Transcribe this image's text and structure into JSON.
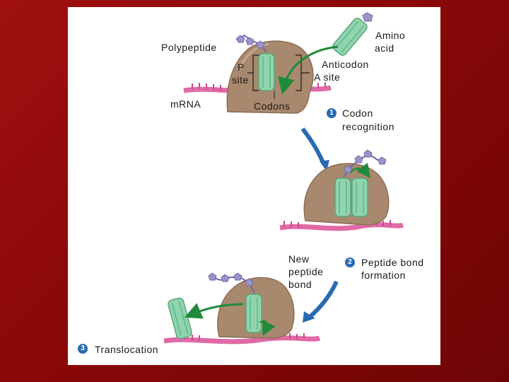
{
  "labels": {
    "amino_acid_line1": "Amino",
    "amino_acid_line2": "acid",
    "polypeptide": "Polypeptide",
    "anticodon": "Anticodon",
    "a_site": "A site",
    "p_site_line1": "P",
    "p_site_line2": "site",
    "mrna": "mRNA",
    "codons": "Codons",
    "step1_label_line1": "Codon",
    "step1_label_line2": "recognition",
    "new_peptide_line1": "New",
    "new_peptide_line2": "peptide",
    "new_peptide_line3": "bond",
    "step2_label_line1": "Peptide bond",
    "step2_label_line2": "formation",
    "step3_label": "Translocation"
  },
  "steps": [
    {
      "number": "1"
    },
    {
      "number": "2"
    },
    {
      "number": "3"
    }
  ],
  "colors": {
    "background": "#8b0a0a",
    "ribosome": "#a8896e",
    "trna": "#8fd4ad",
    "mrna": "#e06aa6",
    "amino_acid": "#9b94c9",
    "arrow_blue": "#2a6bb0",
    "arrow_green": "#1f8a3a"
  }
}
